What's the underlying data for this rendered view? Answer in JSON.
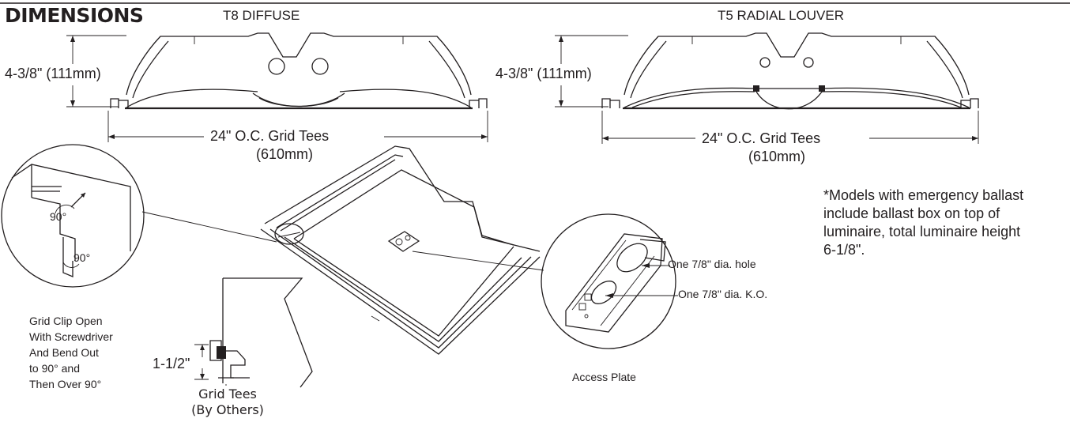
{
  "header": {
    "title": "DIMENSIONS"
  },
  "views": {
    "t8": {
      "title": "T8 DIFFUSE",
      "height": "4-3/8\" (111mm)",
      "width": "24\" O.C. Grid Tees",
      "width_metric": "(610mm)"
    },
    "t5": {
      "title": "T5 RADIAL LOUVER",
      "height": "4-3/8\" (111mm)",
      "width": "24\" O.C. Grid Tees",
      "width_metric": "(610mm)"
    }
  },
  "note": {
    "lines": [
      "*Models with emergency ballast",
      "include ballast box on top of",
      "luminaire, total luminaire height",
      "6-1/8\"."
    ]
  },
  "grid_clip": {
    "angle_top": "90°",
    "angle_bottom": "90°",
    "caption": [
      "Grid Clip Open",
      "With Screwdriver",
      "And Bend Out",
      "to 90° and",
      "Then Over 90°"
    ]
  },
  "grid_tees": {
    "dimension": "1-1/2\"",
    "label": [
      "Grid Tees",
      "(By Others)"
    ]
  },
  "access_plate": {
    "hole": "One 7/8\" dia. hole",
    "ko": "One 7/8\" dia. K.O.",
    "caption": "Access Plate"
  }
}
